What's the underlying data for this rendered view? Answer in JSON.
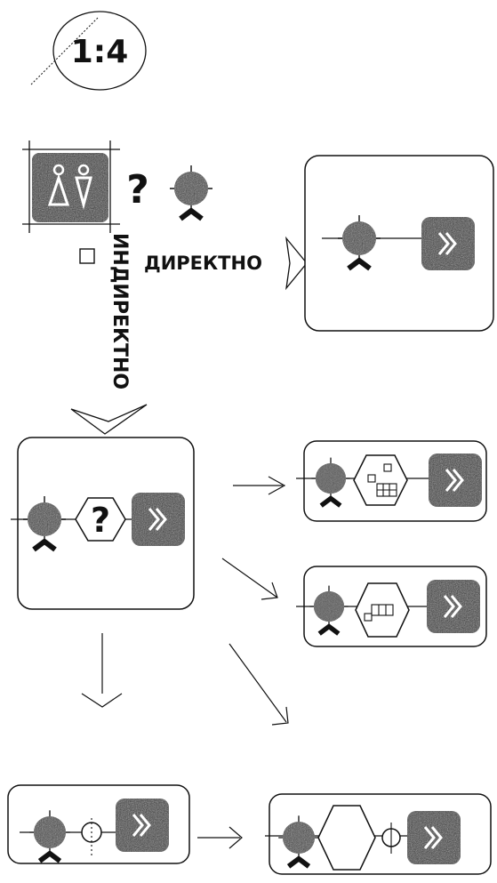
{
  "corner_mark": "1:4",
  "labels": {
    "direct": "ДИРЕКТНО",
    "indirect": "ИНДИРЕКТНО"
  },
  "symbols": {
    "question": "?",
    "chevron": "»"
  },
  "colors": {
    "ink": "#111111",
    "dark_fill": "#2a2a2a",
    "paper": "#ffffff"
  }
}
